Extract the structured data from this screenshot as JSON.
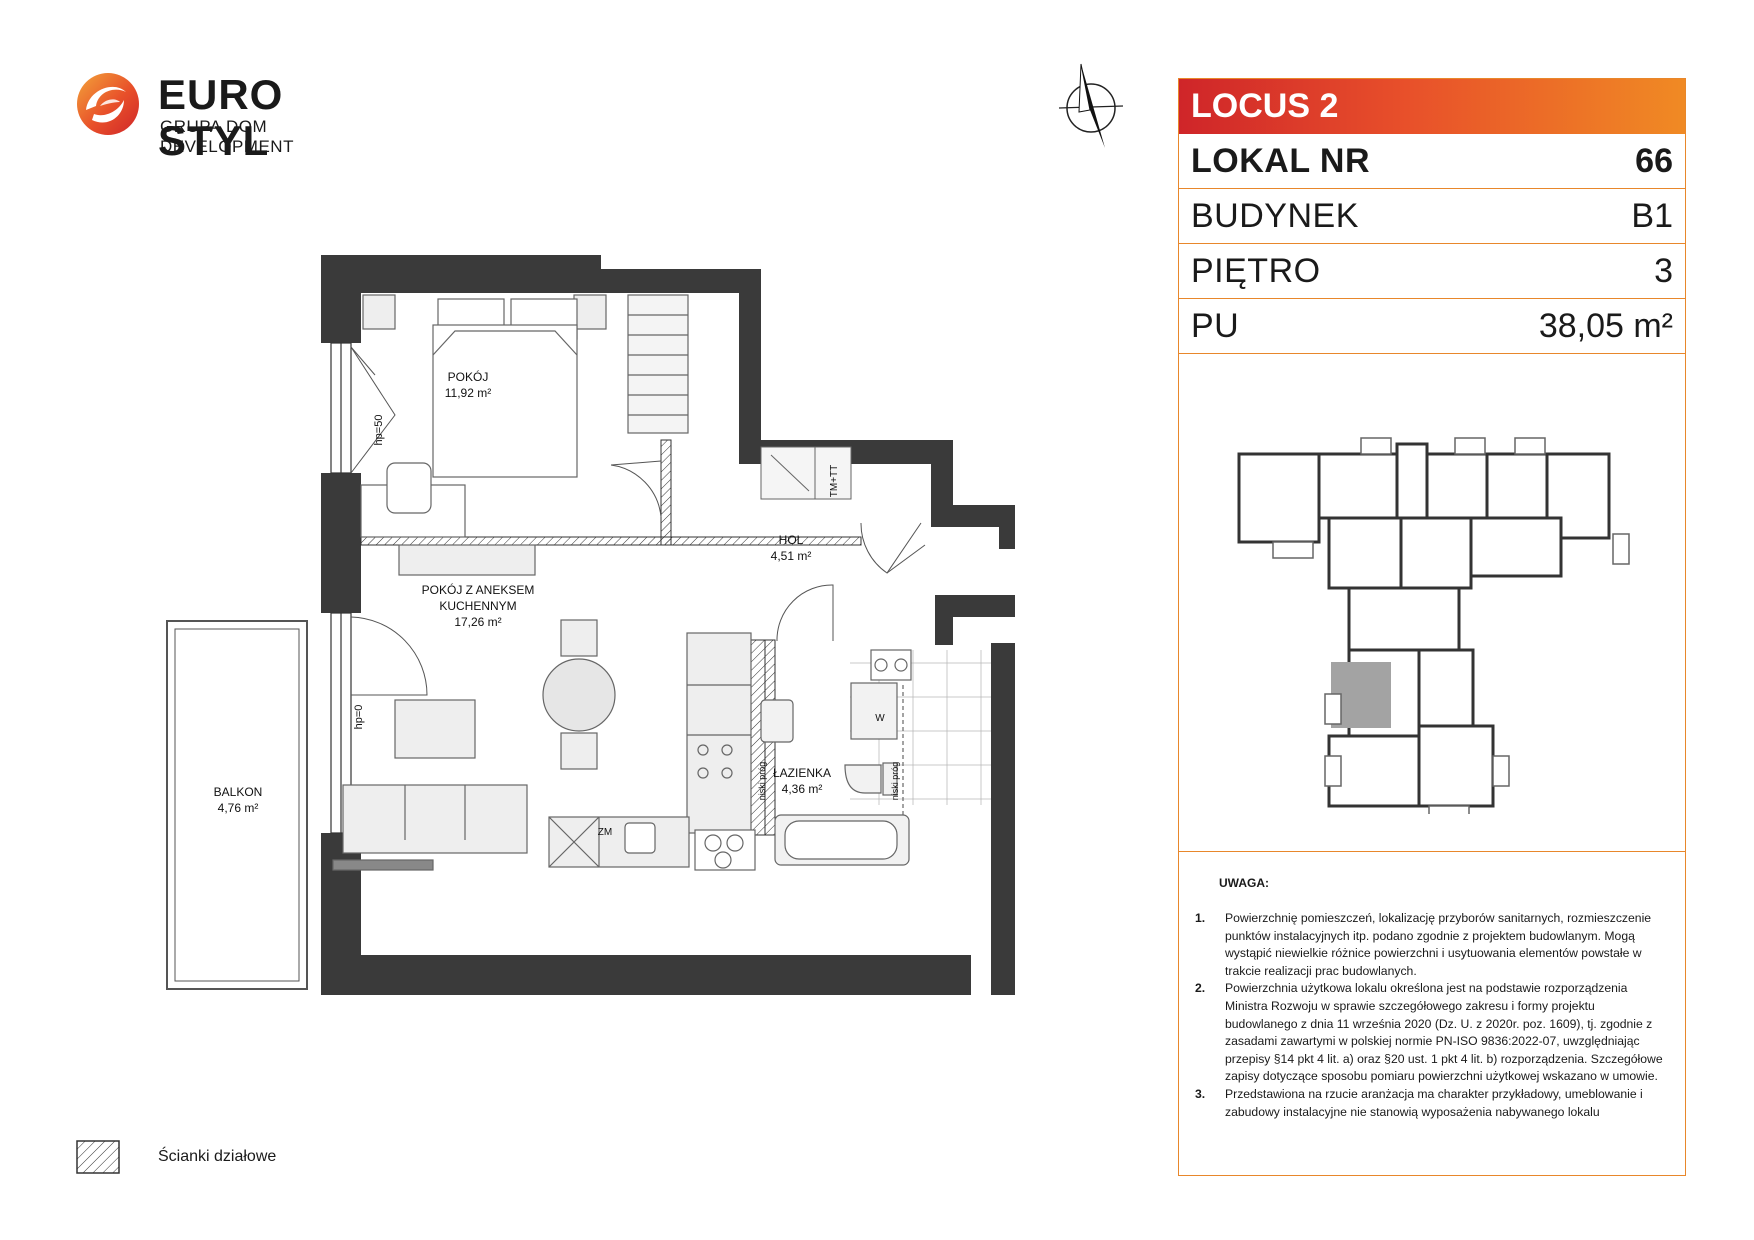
{
  "brand": {
    "name": "EURO STYL",
    "subtitle": "GRUPA DOM DEVELOPMENT",
    "colors": {
      "red": "#cf2529",
      "orange": "#f08a24",
      "accent_border": "#e8872b"
    }
  },
  "plan": {
    "rooms": [
      {
        "name": "POKÓJ",
        "area": "11,92 m²"
      },
      {
        "name_line1": "POKÓJ Z ANEKSEM",
        "name_line2": "KUCHENNYM",
        "area": "17,26 m²"
      },
      {
        "name": "HOL",
        "area": "4,51 m²"
      },
      {
        "name": "ŁAZIENKA",
        "area": "4,36 m²"
      },
      {
        "name": "BALKON",
        "area": "4,76 m²"
      }
    ],
    "labels": {
      "window_top": "hp=50",
      "window_bottom": "hp=0",
      "wardrobe": "TM+TT",
      "washer": "W",
      "fridge": "ZM",
      "threshold_left": "niski próg",
      "threshold_right": "niski próg"
    }
  },
  "panel": {
    "header": "LOCUS 2",
    "rows": [
      {
        "label": "LOKAL NR",
        "value": "66"
      },
      {
        "label": "BUDYNEK",
        "value": "B1"
      },
      {
        "label": "PIĘTRO",
        "value": "3"
      },
      {
        "label": "PU",
        "value": "38,05 m²"
      }
    ],
    "notes_title": "UWAGA:",
    "notes": [
      {
        "num": "1.",
        "text": "Powierzchnię pomieszczeń, lokalizację przyborów sanitarnych, rozmieszczenie punktów instalacyjnych itp. podano zgodnie z projektem budowlanym. Mogą wystąpić niewielkie różnice powierzchni i usytuowania elementów powstałe w trakcie realizacji prac budowlanych."
      },
      {
        "num": "2.",
        "text": "Powierzchnia użytkowa lokalu określona jest na podstawie rozporządzenia Ministra Rozwoju w sprawie szczegółowego zakresu i formy projektu budowlanego z dnia 11 września 2020 (Dz. U. z 2020r. poz. 1609), tj. zgodnie z zasadami zawartymi w polskiej normie PN-ISO 9836:2022-07, uwzględniając przepisy §14 pkt 4 lit. a) oraz §20 ust. 1 pkt 4 lit. b) rozporządzenia. Szczegółowe zapisy dotyczące sposobu pomiaru powierzchni użytkowej wskazano w umowie."
      },
      {
        "num": "3.",
        "text": "Przedstawiona na rzucie aranżacja ma charakter przykładowy, umeblowanie i zabudowy instalacyjne nie stanowią wyposażenia nabywanego lokalu"
      }
    ]
  },
  "legend": {
    "text": "Ścianki działowe"
  }
}
